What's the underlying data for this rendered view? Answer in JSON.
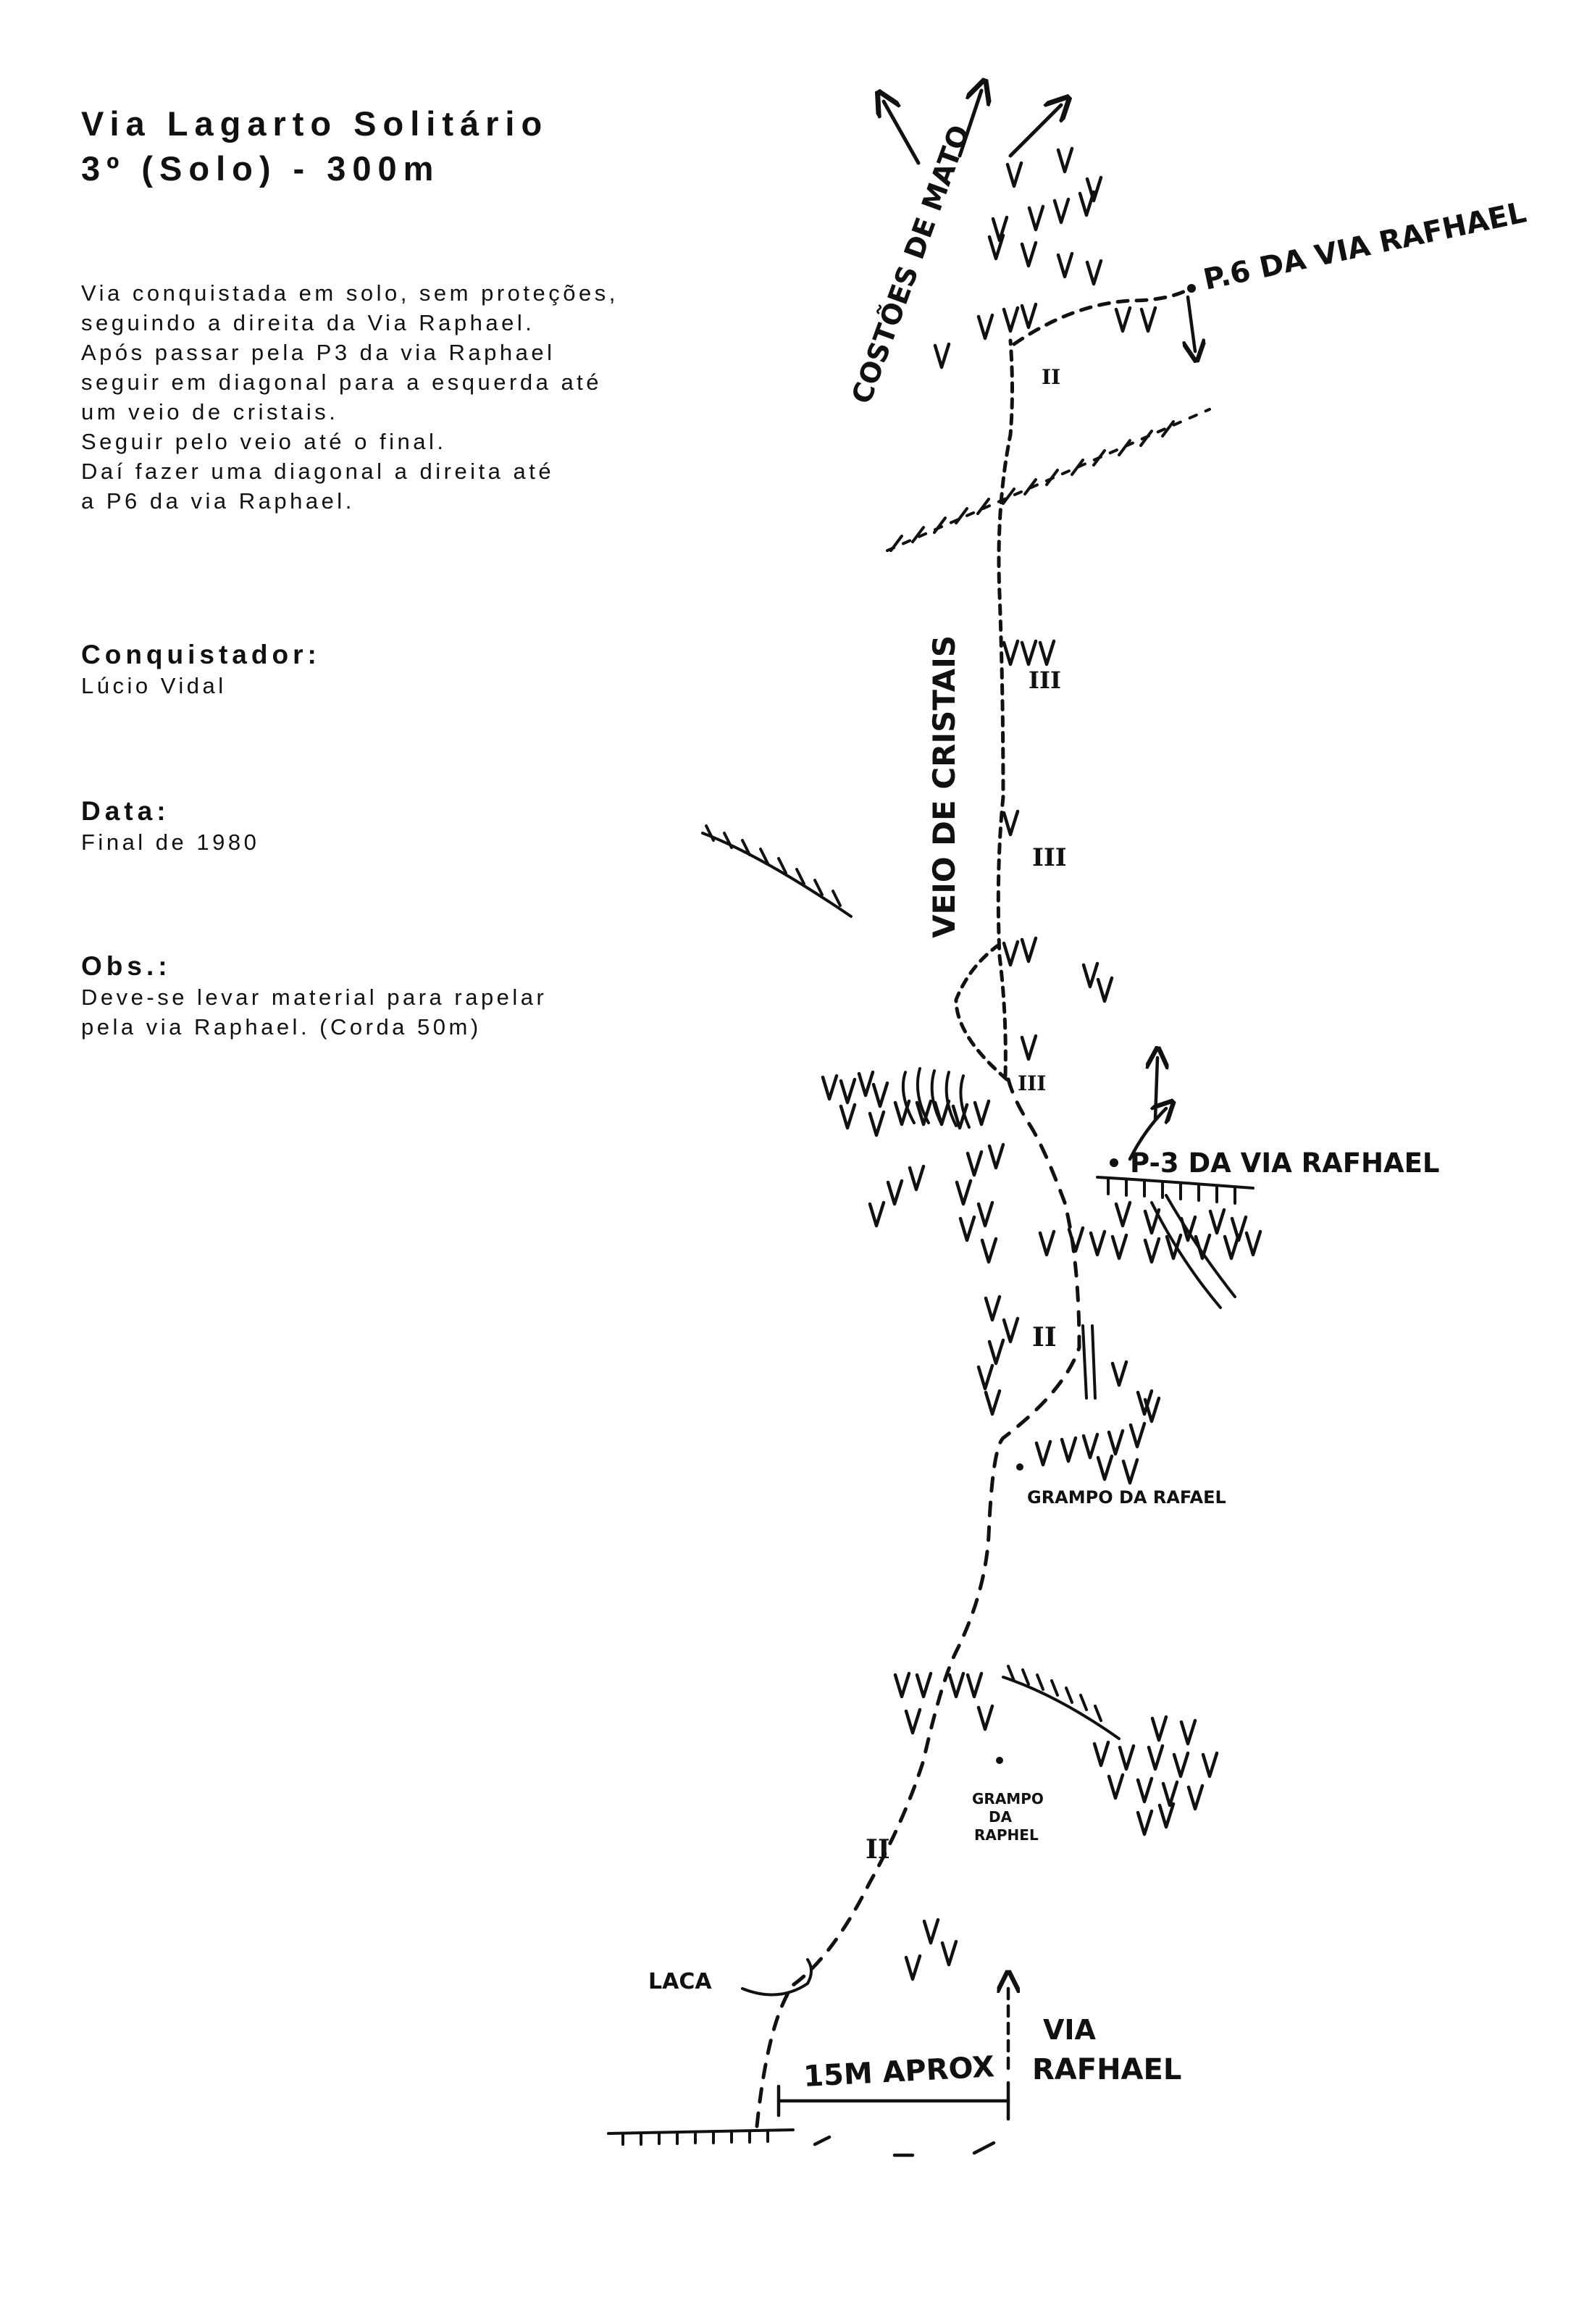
{
  "header": {
    "title_line1": "Via Lagarto Solitário",
    "title_line2": "3º (Solo) - 300m"
  },
  "description": [
    "Via conquistada em solo, sem proteções,",
    "seguindo a direita da Via Raphael.",
    "Após passar pela P3 da via Raphael",
    "seguir em diagonal para a esquerda até",
    "um veio de cristais.",
    "Seguir pelo veio até o final.",
    "Daí fazer uma diagonal a direita até",
    "a P6 da via Raphael."
  ],
  "conquistador": {
    "label": "Conquistador:",
    "value": "Lúcio Vidal"
  },
  "data": {
    "label": "Data:",
    "value": "Final de 1980"
  },
  "obs": {
    "label": "Obs.:",
    "lines": [
      "Deve-se levar material para rapelar",
      "pela via Raphael. (Corda 50m)"
    ]
  },
  "topo": {
    "costoes_label": "COSTÕES DE MATO",
    "p6_label": "P.6 DA VIA RAFHAEL",
    "veio_label": "VEIO DE CRISTAIS",
    "p3_label": "P-3 DA VIA RAFHAEL",
    "grampo1_label": "GRAMPO DA RAFAEL",
    "grampo2_line1": "GRAMPO",
    "grampo2_line2": "DA",
    "grampo2_line3": "RAPHEL",
    "laca_label": "LACA",
    "distance_label": "15M APROX",
    "via_label_line1": "VIA",
    "via_label_line2": "RAFHAEL",
    "grades": {
      "top": "II",
      "upper1": "III",
      "upper2": "III",
      "middle": "III",
      "lower": "II",
      "bottom": "II"
    }
  }
}
